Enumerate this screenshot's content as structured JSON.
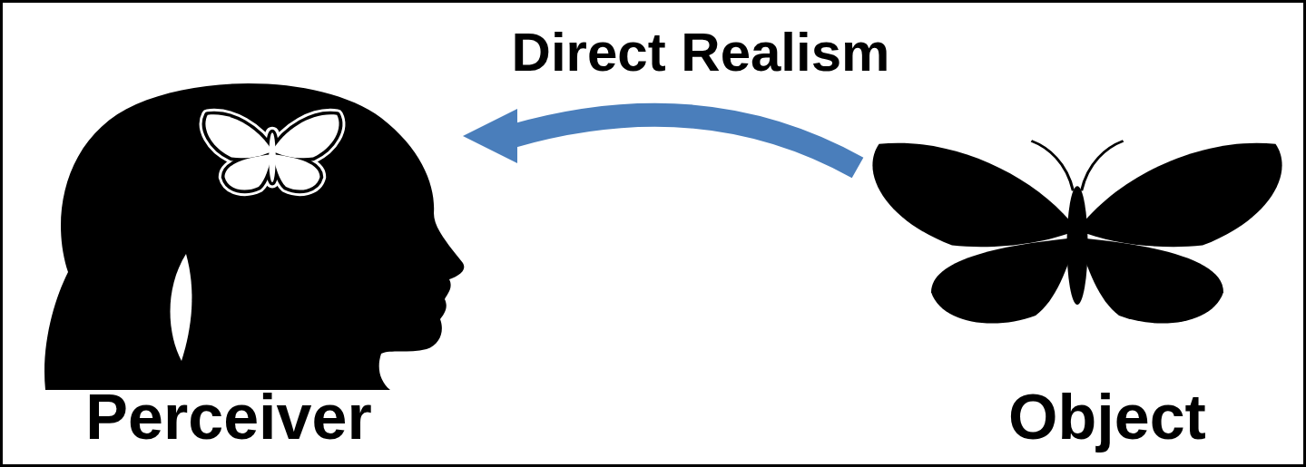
{
  "diagram": {
    "title": "Direct Realism",
    "nodes": [
      {
        "text": [
          "Perceiver"
        ]
      },
      {
        "text": [
          "Object"
        ]
      }
    ],
    "edges": [
      {
        "from": 1,
        "to": 0,
        "arrow": "to"
      }
    ]
  }
}
